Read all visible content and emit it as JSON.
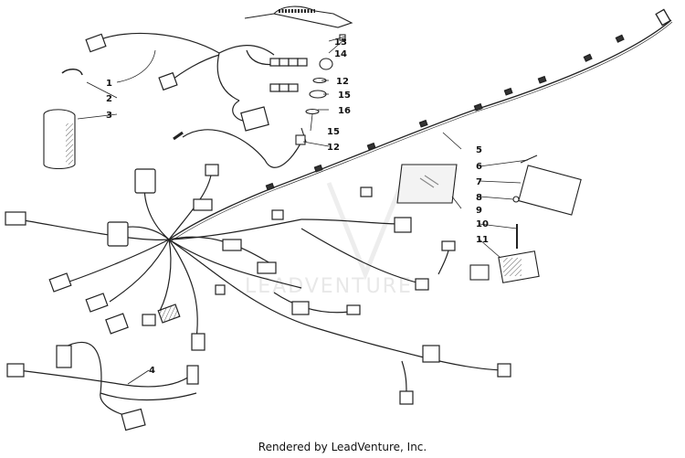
{
  "watermark": "LEADVENTURE",
  "footer": "Rendered by LeadVenture, Inc.",
  "callouts": [
    "1",
    "2",
    "3",
    "4",
    "5",
    "6",
    "7",
    "8",
    "9",
    "10",
    "11",
    "12",
    "12",
    "13",
    "14",
    "15",
    "15",
    "16"
  ]
}
